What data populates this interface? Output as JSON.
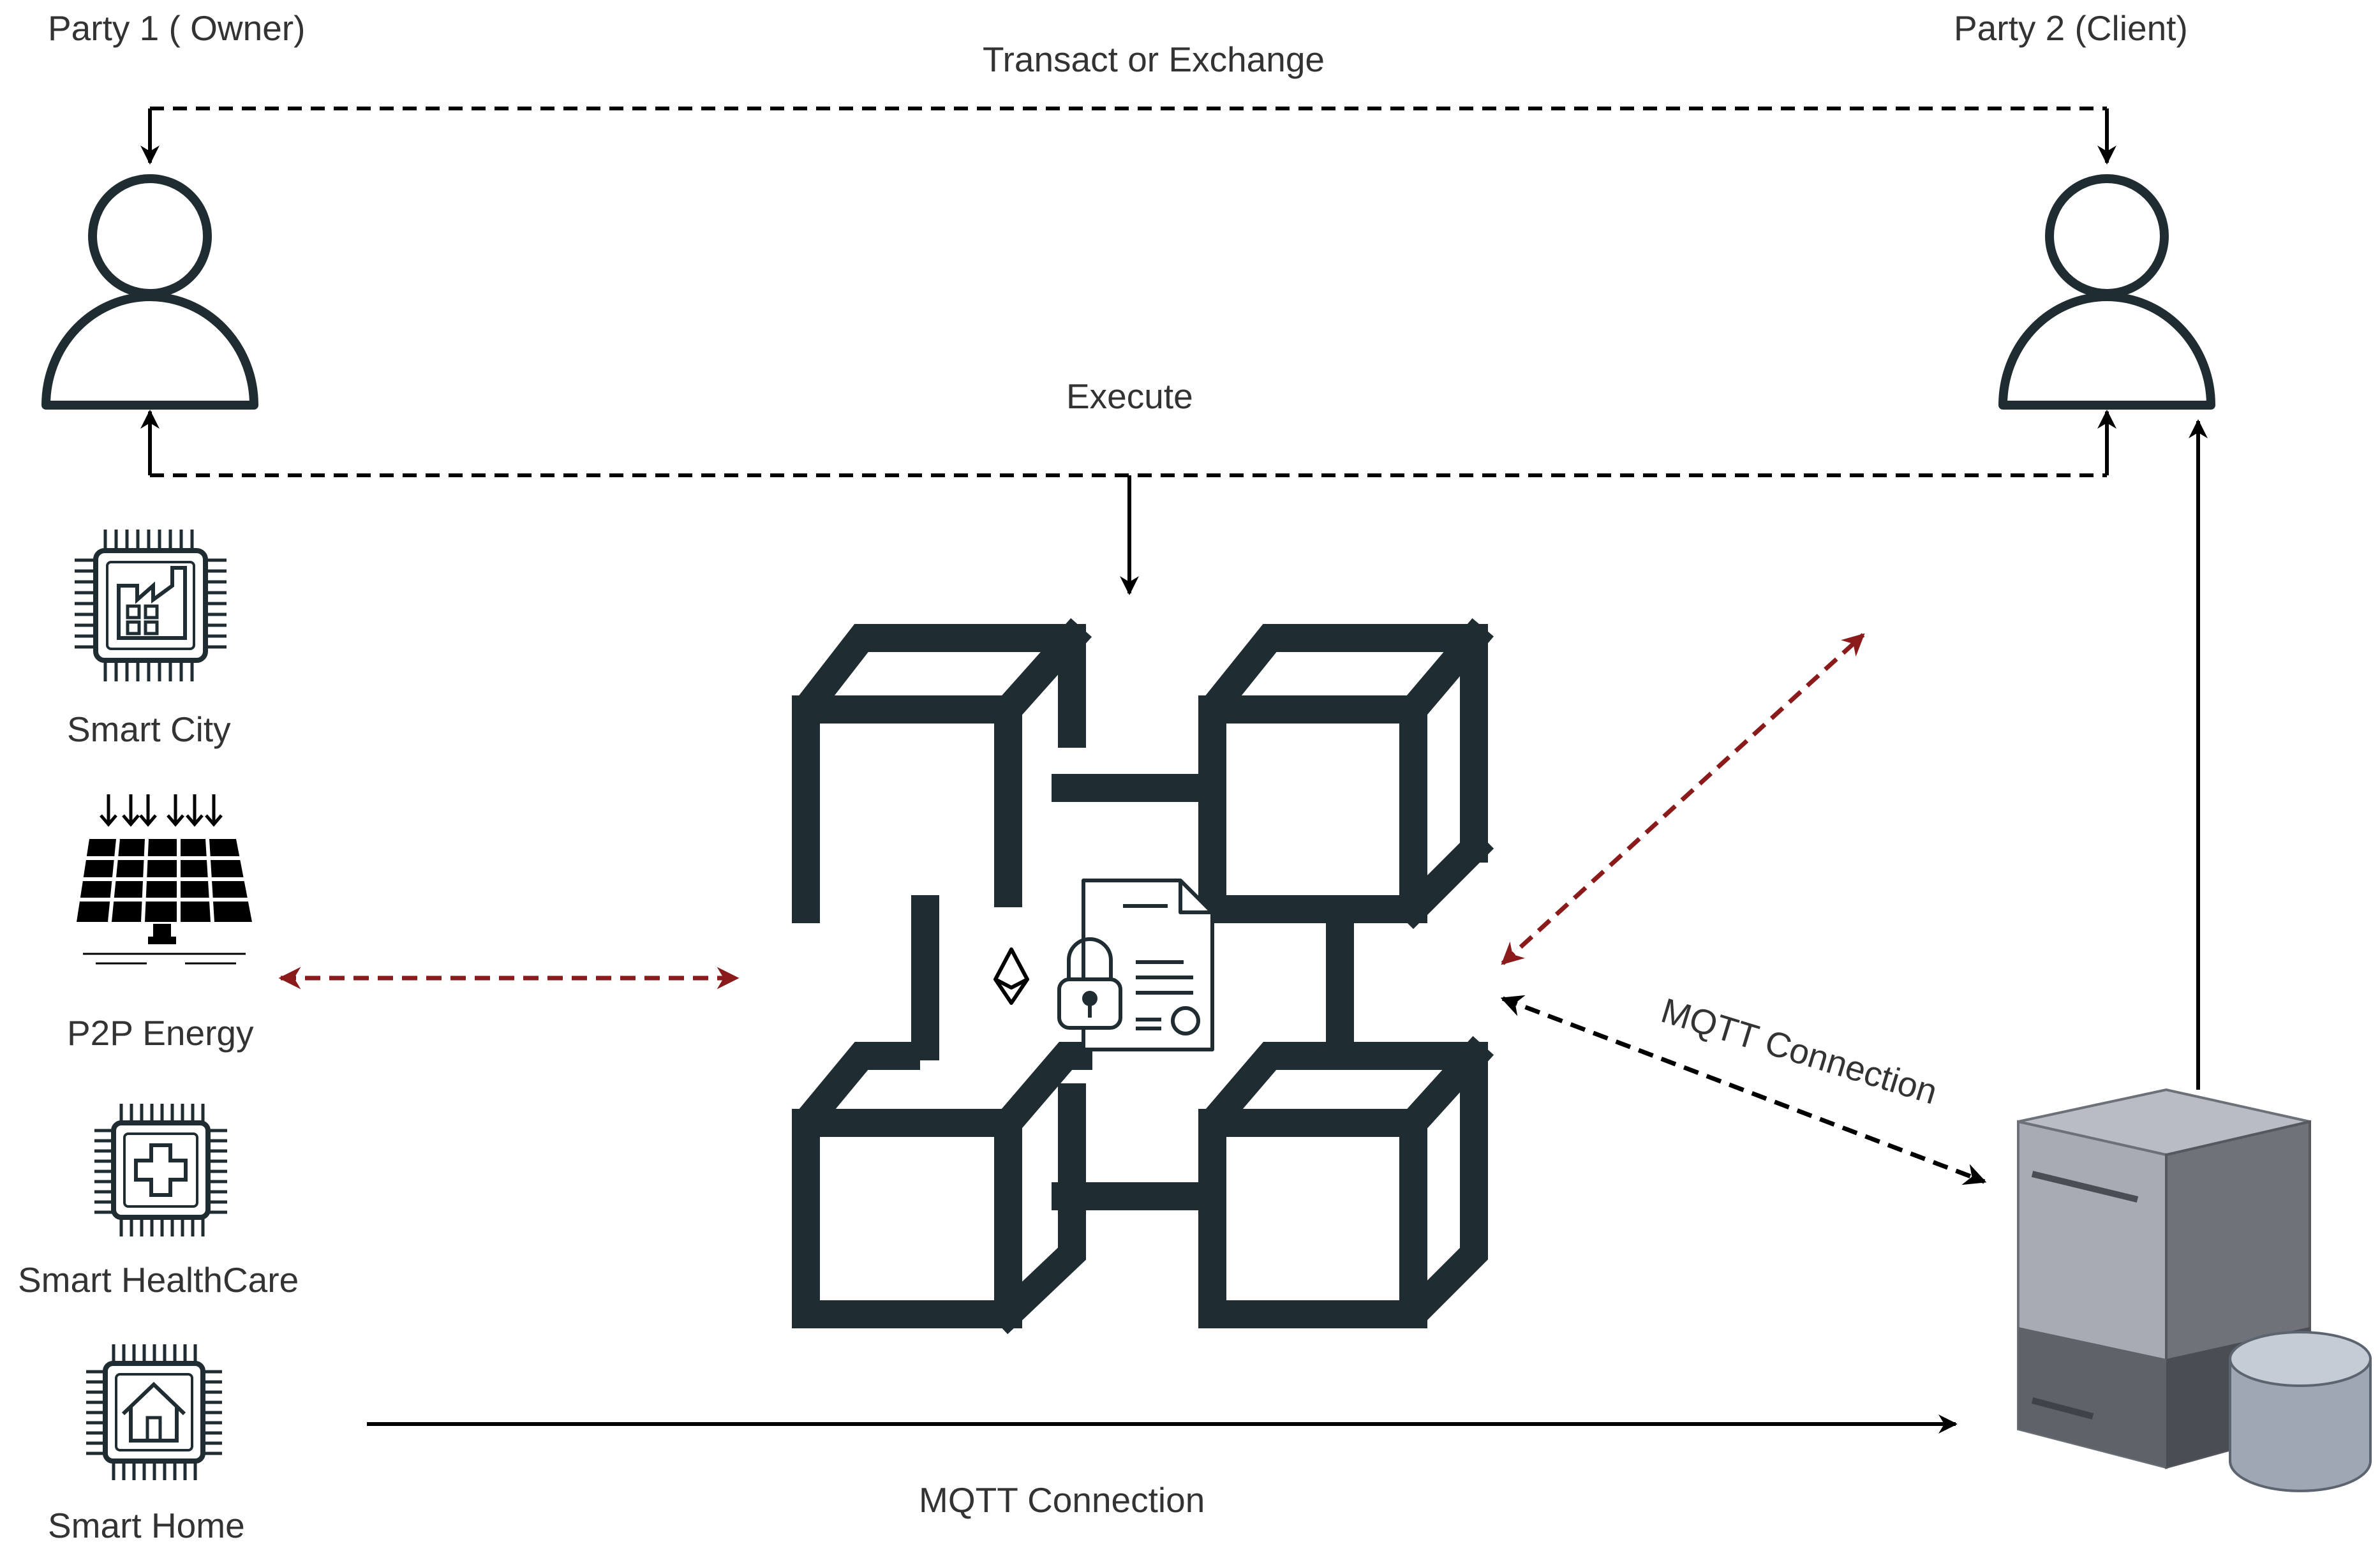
{
  "parties": {
    "owner_label": "Party 1 ( Owner)",
    "client_label": "Party 2 (Client)"
  },
  "flows": {
    "transact_label": "Transact or Exchange",
    "execute_label": "Execute",
    "mqtt_server_label": "MQTT Connection",
    "mqtt_bottom_label": "MQTT Connection"
  },
  "domains": {
    "smart_city": "Smart City",
    "p2p_energy": "P2P Energy",
    "smart_healthcare": "Smart HealthCare",
    "smart_home": "Smart Home"
  },
  "icons": {
    "person": "person-icon",
    "smart_city": "chip-factory-icon",
    "p2p_energy": "solar-panel-icon",
    "smart_healthcare": "chip-medical-cross-icon",
    "smart_home": "chip-house-icon",
    "blockchain": "blockchain-cubes-icon",
    "contract": "smart-contract-icon",
    "ethereum": "ethereum-icon",
    "server": "server-database-icon"
  },
  "colors": {
    "ink": "#1f2d33",
    "arrow_black": "#000000",
    "arrow_red": "#8b1a1a",
    "label": "#333333"
  }
}
